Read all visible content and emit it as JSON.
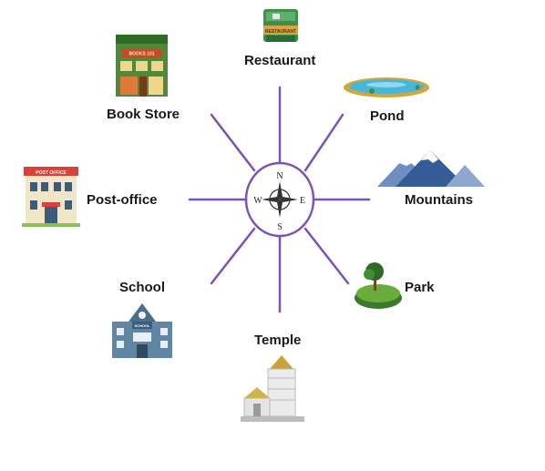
{
  "compass": {
    "north": "N",
    "south": "S",
    "east": "E",
    "west": "W"
  },
  "places": {
    "restaurant": "Restaurant",
    "pond": "Pond",
    "mountains": "Mountains",
    "park": "Park",
    "temple": "Temple",
    "school": "School",
    "post_office": "Post-office",
    "book_store": "Book Store"
  },
  "signs": {
    "restaurant": "RESTAURANT",
    "book_store": "BOOKS 101",
    "post_office": "POST OFFICE",
    "school": "SCHOOL"
  },
  "colors": {
    "spokes": "#7b52b8",
    "compass_ring": "#7b52b8"
  }
}
